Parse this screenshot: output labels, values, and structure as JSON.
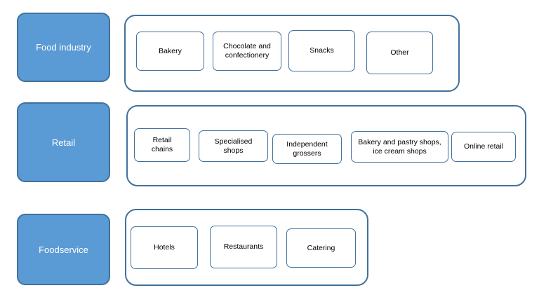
{
  "rows": [
    {
      "category": "Food industry",
      "items": [
        "Bakery",
        "Chocolate and\nconfectionery",
        "Snacks",
        "Other"
      ]
    },
    {
      "category": "Retail",
      "items": [
        "Retail\nchains",
        "Specialised\nshops",
        "Independent\ngrossers",
        "Bakery and pastry shops,\nice cream shops",
        "Online retail"
      ]
    },
    {
      "category": "Foodservice",
      "items": [
        "Hotels",
        "Restaurants",
        "Catering"
      ]
    }
  ],
  "colors": {
    "category_fill": "#5b9bd5",
    "category_border": "#41719c",
    "group_border": "#41719c"
  }
}
